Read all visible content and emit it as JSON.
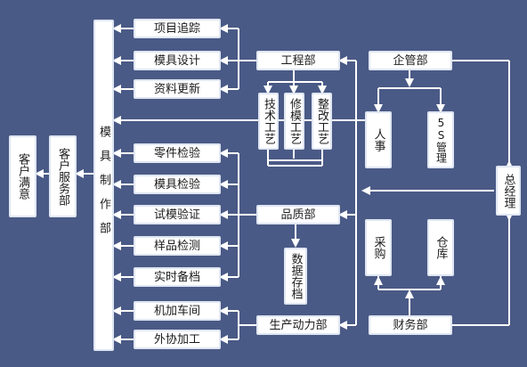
{
  "nodes": {
    "customer_satisfaction": "客户满意",
    "customer_service": "客户服务部",
    "mold_making": "模具制作部",
    "project_tracking": "项目追踪",
    "mold_design": "模具设计",
    "data_update": "资料更新",
    "part_inspection": "零件检验",
    "mold_inspection": "模具检验",
    "trial_verification": "试模验证",
    "sample_testing": "样品检测",
    "realtime_archive": "实时备档",
    "machining_shop": "机加车间",
    "outsourcing": "外协加工",
    "engineering": "工程部",
    "tech_process": "技术工艺",
    "mold_repair_process": "修模工艺",
    "rectification_process": "整改工艺",
    "quality": "品质部",
    "data_archive": "数据存档",
    "production_power": "生产动力部",
    "enterprise_management": "企管部",
    "hr": "人事",
    "five_s": "5S管理",
    "general_manager": "总经理",
    "purchasing": "采购",
    "warehouse": "仓库",
    "finance": "财务部"
  },
  "colors": {
    "background": "#4a5a86",
    "box": "#ffffff",
    "connector": "#ffffff"
  }
}
